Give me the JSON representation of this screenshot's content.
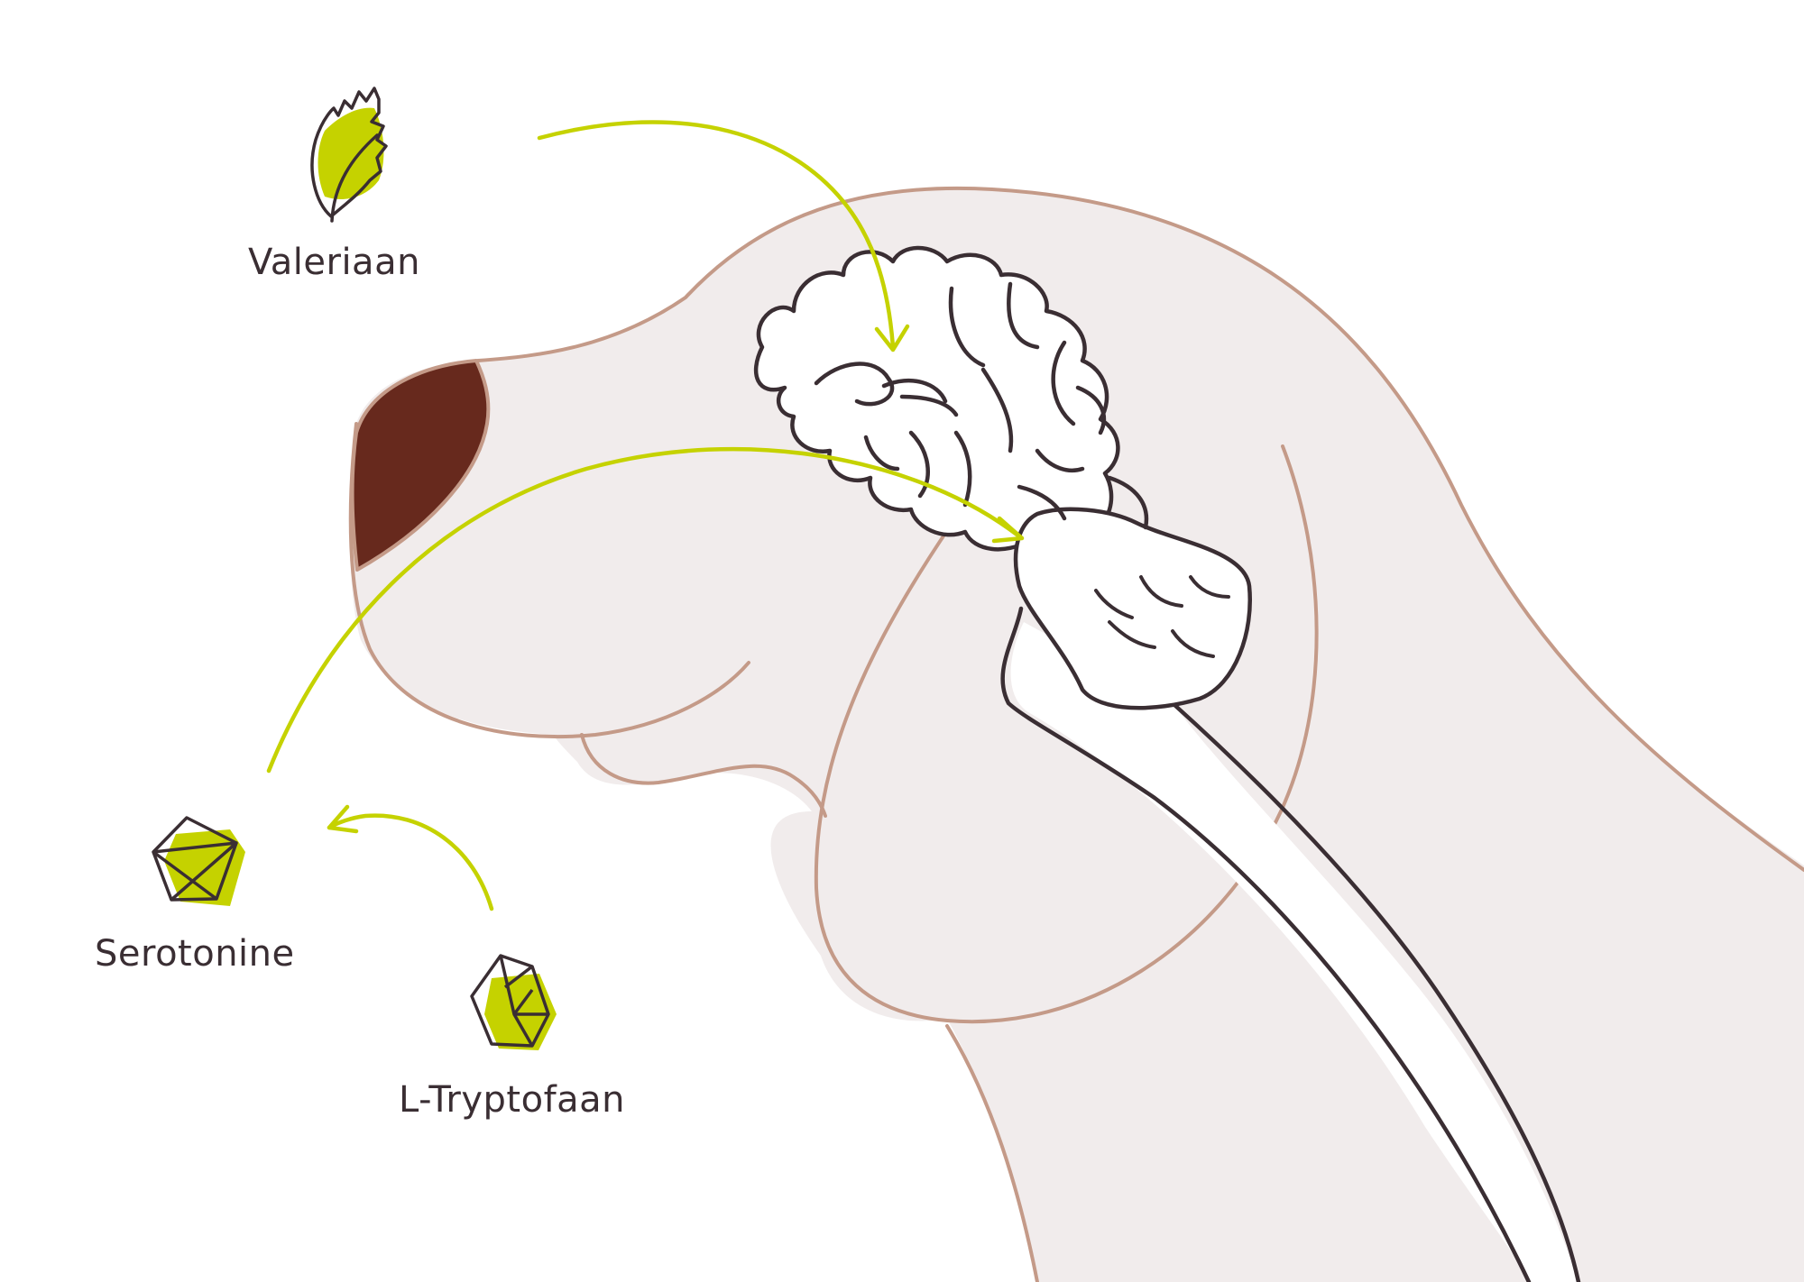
{
  "labels": {
    "valerian": "Valeriaan",
    "serotonin": "Serotonine",
    "tryptophan": "L-Tryptofaan"
  },
  "icons": {
    "valerian": "leaf-icon",
    "serotonin": "serotonin-crystal-icon",
    "tryptophan": "tryptophan-crystal-icon"
  },
  "colors": {
    "accent_green": "#c5d200",
    "dog_outline": "#c49a88",
    "dog_fill": "#f1ecec",
    "nose": "#67291d",
    "line_dark": "#3a2e33",
    "text": "#3a2e33"
  }
}
